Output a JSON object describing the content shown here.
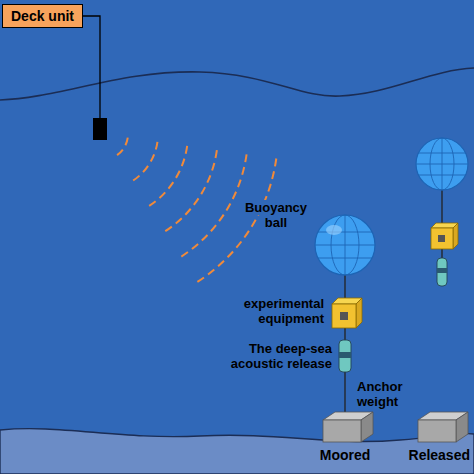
{
  "diagram": {
    "nodes": [
      {
        "text": [
          "Deck unit"
        ]
      }
    ],
    "labels": [
      "Buoyancy ball",
      "experimental equipment",
      "The deep-sea acoustic release",
      "Anchor weight",
      "Moored",
      "Released"
    ]
  }
}
